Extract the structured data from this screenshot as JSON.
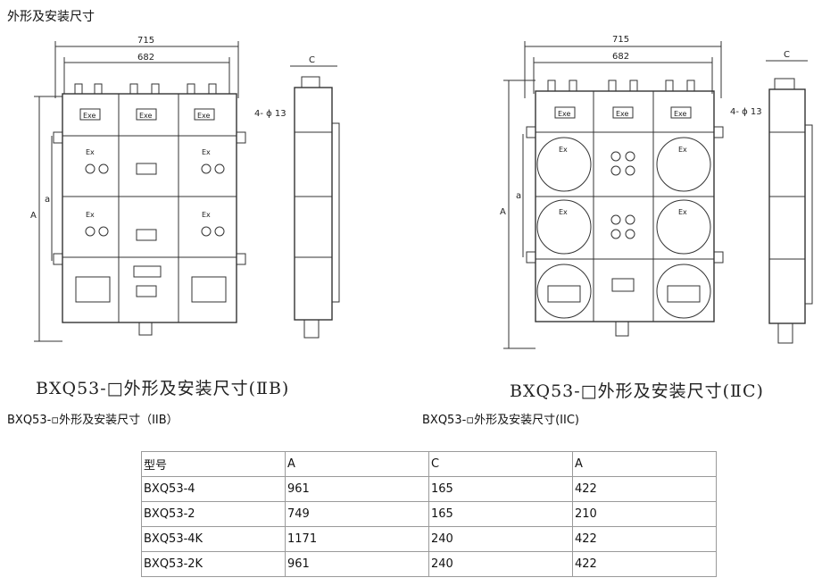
{
  "heading": "外形及安装尺寸",
  "drawing_iib": {
    "dim_715": "715",
    "dim_682": "682",
    "dim_c": "C",
    "dim_a_big": "A",
    "dim_a_small": "a",
    "holes": "4- ϕ 13",
    "panel_label_exe": "Exe",
    "panel_label_ex": "Ex",
    "title": "BXQ53-□外形及安装尺寸(ⅡB)"
  },
  "drawing_iic": {
    "dim_715": "715",
    "dim_682": "682",
    "dim_c": "C",
    "dim_a_big": "A",
    "dim_a_small": "a",
    "holes": "4- ϕ 13",
    "panel_label_exe": "Exe",
    "panel_label_ex": "Ex",
    "title": "BXQ53-□外形及安装尺寸(ⅡC)"
  },
  "caption_iib": "BXQ53-▫外形及安装尺寸（IIB）",
  "caption_iic": "BXQ53-▫外形及安装尺寸(IIC)",
  "table": {
    "header": [
      "型号",
      "A",
      "C",
      "A"
    ],
    "rows": [
      [
        "BXQ53-4",
        "961",
        "165",
        "422"
      ],
      [
        "BXQ53-2",
        "749",
        "165",
        "210"
      ],
      [
        "BXQ53-4K",
        "1171",
        "240",
        "422"
      ],
      [
        "BXQ53-2K",
        "961",
        "240",
        "422"
      ]
    ]
  }
}
